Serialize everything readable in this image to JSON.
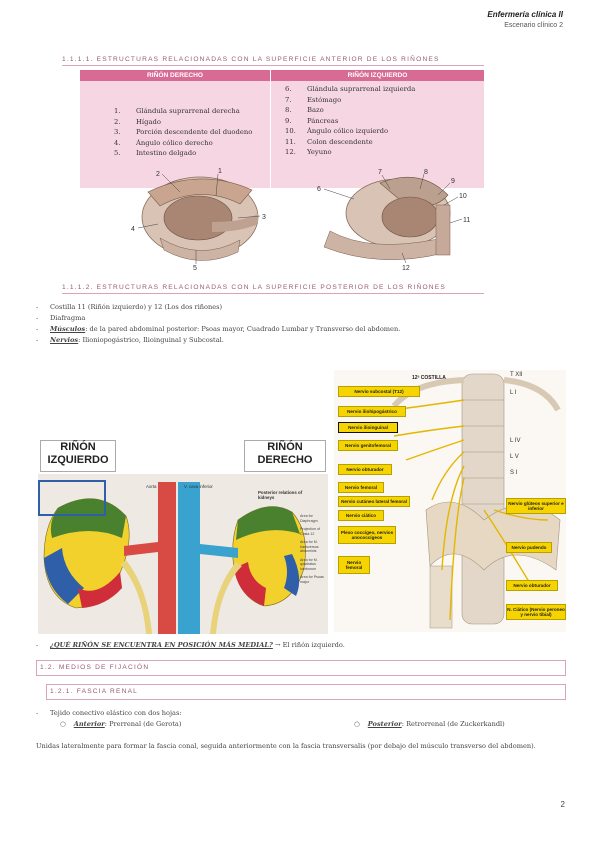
{
  "header": {
    "title": "Enfermería clínica II",
    "subtitle": "Escenario clínico 2"
  },
  "sections": {
    "anterior": "1.1.1.1. ESTRUCTURAS RELACIONADAS CON LA SUPERFICIE ANTERIOR DE LOS RIÑONES",
    "posterior": "1.1.1.2. ESTRUCTURAS RELACIONADAS CON LA SUPERFICIE POSTERIOR DE LOS RIÑONES",
    "fijacion": "1.2. MEDIOS DE FIJACIÓN",
    "fascia": "1.2.1. FASCIA RENAL"
  },
  "table": {
    "headers": [
      "RIÑÓN DERECHO",
      "RIÑÓN IZQUIERDO"
    ],
    "right": [
      {
        "n": "1.",
        "t": "Glándula suprarrenal derecha"
      },
      {
        "n": "2.",
        "t": "Hígado"
      },
      {
        "n": "3.",
        "t": "Porción descendente del duodeno"
      },
      {
        "n": "4.",
        "t": "Ángulo cólico derecho"
      },
      {
        "n": "5.",
        "t": "Intestino delgado"
      }
    ],
    "left": [
      {
        "n": "6.",
        "t": "Glándula suprarrenal izquierda"
      },
      {
        "n": "7.",
        "t": "Estómago"
      },
      {
        "n": "8.",
        "t": "Bazo"
      },
      {
        "n": "9.",
        "t": "Páncreas"
      },
      {
        "n": "10.",
        "t": "Ángulo cólico izquierdo"
      },
      {
        "n": "11.",
        "t": "Colon descendente"
      },
      {
        "n": "12.",
        "t": "Yeyuno"
      }
    ]
  },
  "fig1_labels": [
    "2",
    "1",
    "3",
    "4",
    "5"
  ],
  "fig2_labels": [
    "7",
    "8",
    "9",
    "10",
    "11",
    "6",
    "12"
  ],
  "posterior_list": {
    "item1": "Costilla 11 (Riñón izquierdo) y 12 (Los dos riñones)",
    "item2": "Diafragma",
    "item3_bold": "Músculos",
    "item3_rest": ": de la pared abdominal posterior: Psoas mayor, Cuadrado Lumbar y Transverso del abdomen.",
    "item4_bold": "Nervios",
    "item4_rest": ": Ilioniopogástrico, Ilioinguinal y Subcostal."
  },
  "kidney_fig": {
    "left_title_1": "RIÑÓN",
    "left_title_2": "IZQUIERDO",
    "right_title_1": "RIÑÓN",
    "right_title_2": "DERECHO",
    "aorta": "Aorta",
    "vena": "V. cava inferior",
    "posterior_rel": "Posterior relations of kidneys",
    "tags": [
      "Area for Diaphragm",
      "Projection of Costa 12",
      "Area for M. transversus abdominis",
      "Area for M. quadratus lumborum",
      "Area for Psoas major"
    ]
  },
  "nerve_fig": {
    "costilla": "12ª COSTILLA",
    "labels": [
      "Nervio subcostal (T12)",
      "Nervio iliohipogástrico",
      "Nervio ilioinguinal",
      "Nervio genitofemoral",
      "Nervio obturador",
      "Nervio femoral",
      "Nervio cutáneo lateral femoral",
      "Nervio ciático",
      "Plexo coccígeo, nervios anococcígeos",
      "Nervio femoral"
    ],
    "right_labels": [
      "Nervio glúteos superior e inferior",
      "Nervio pudendo",
      "Nervio obturador",
      "N. Ciático (Nervio peroneo y nervio tibial)"
    ],
    "levels": [
      "T XII",
      "L I",
      "L IV",
      "L V",
      "S I"
    ]
  },
  "question": {
    "q": "¿QUÉ RIÑÓN SE ENCUENTRA EN POSICIÓN MÁS MEDIAL?",
    "arrow": "→",
    "a": "El riñón izquierdo."
  },
  "fascia": {
    "intro": "Tejido conectivo elástico con dos hojas:",
    "anterior_b": "Anterior",
    "anterior_r": ": Prerrenal (de Gerota)",
    "posterior_b": "Posterior",
    "posterior_r": ": Retrorrenal (de Zuckerkandl)",
    "paragraph": "Unidas lateralmente para formar la fascia conal, seguida anteriormente con la fascia transversalis (por debajo del músculo transverso del abdomen)."
  },
  "page_number": "2",
  "colors": {
    "accent": "#d86b93",
    "table_bg": "#f6d6e2",
    "heading": "#9a5a74",
    "nerve_tag": "#f5d400"
  }
}
